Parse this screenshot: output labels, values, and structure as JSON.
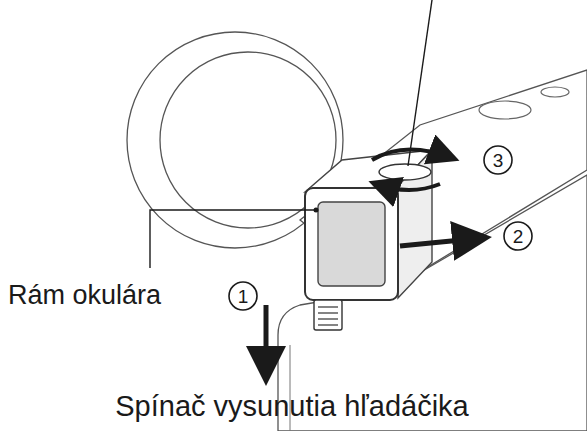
{
  "diagram": {
    "labels": [
      "Rám okulára",
      "1",
      "2",
      "3",
      "Spínač vysunutia hľadáčika"
    ]
  }
}
